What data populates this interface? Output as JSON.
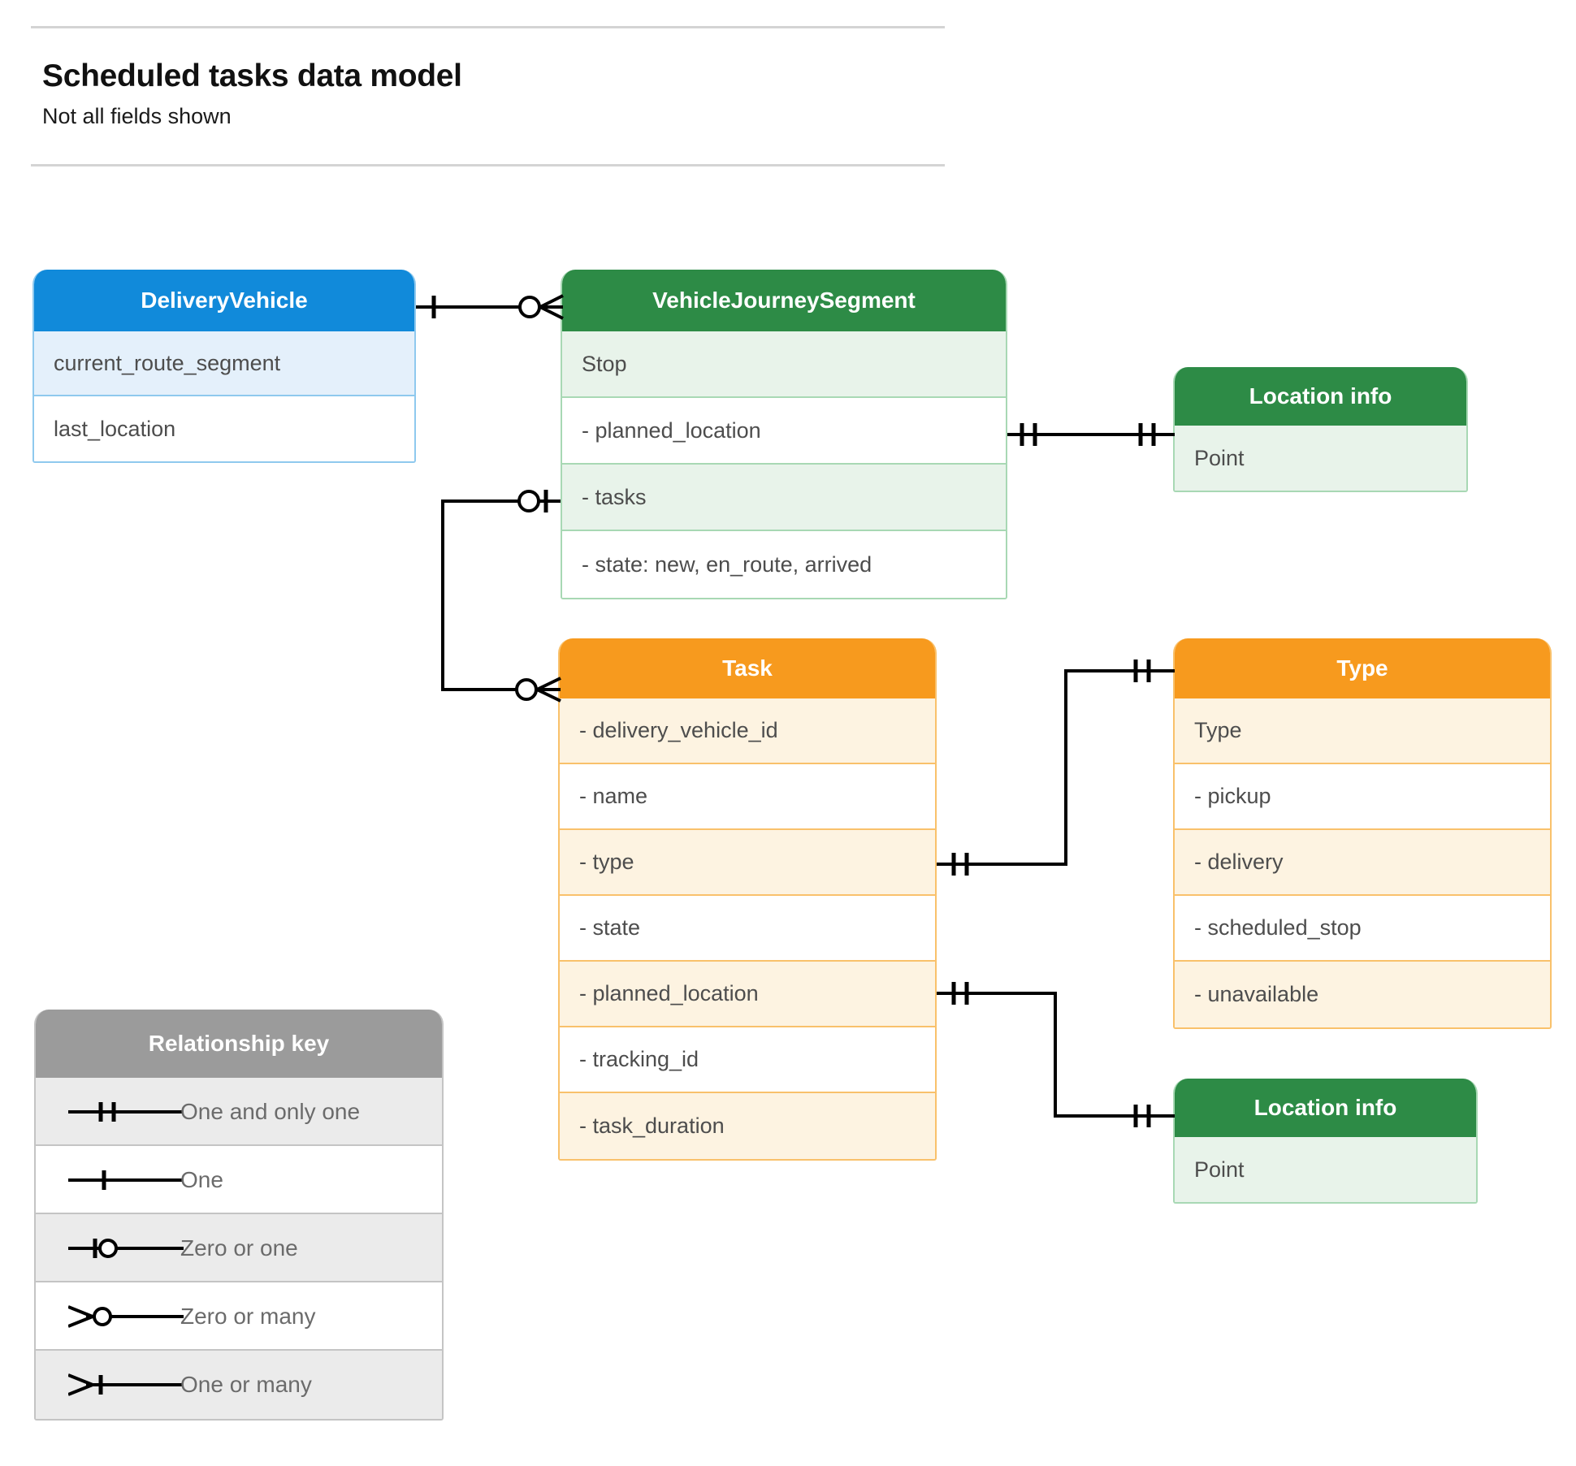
{
  "header": {
    "title": "Scheduled tasks data model",
    "subtitle": "Not all fields shown"
  },
  "entities": {
    "delivery_vehicle": {
      "title": "DeliveryVehicle",
      "color": "#118ada",
      "rows": [
        "current_route_segment",
        "last_location"
      ]
    },
    "vehicle_journey_segment": {
      "title": "VehicleJourneySegment",
      "color": "#2d8b46",
      "rows": [
        "Stop",
        "-  planned_location",
        "- tasks",
        "- state: new, en_route, arrived"
      ]
    },
    "location_info_top": {
      "title": "Location info",
      "color": "#2d8b46",
      "rows": [
        "Point"
      ]
    },
    "location_info_bottom": {
      "title": "Location info",
      "color": "#2d8b46",
      "rows": [
        "Point"
      ]
    },
    "task": {
      "title": "Task",
      "color": "#f79a1e",
      "rows": [
        "- delivery_vehicle_id",
        "- name",
        "- type",
        "- state",
        "- planned_location",
        "- tracking_id",
        "- task_duration"
      ]
    },
    "type": {
      "title": "Type",
      "color": "#f79a1e",
      "rows": [
        "Type",
        "-   pickup",
        "-   delivery",
        "-   scheduled_stop",
        "-   unavailable"
      ]
    }
  },
  "legend": {
    "title": "Relationship key",
    "items": [
      {
        "label": "One and only one",
        "symbol": "one-and-only-one"
      },
      {
        "label": "One",
        "symbol": "one"
      },
      {
        "label": "Zero or one",
        "symbol": "zero-or-one"
      },
      {
        "label": "Zero or many",
        "symbol": "zero-or-many"
      },
      {
        "label": "One or many",
        "symbol": "one-or-many"
      }
    ]
  },
  "relationships": [
    {
      "name": "deliveryvehicle-to-vehiclejourneysegment",
      "from": "DeliveryVehicle",
      "to": "VehicleJourneySegment",
      "from_cardinality": "One",
      "to_cardinality": "Zero or many"
    },
    {
      "name": "vehiclejourneysegment-plannedlocation-to-locationinfo",
      "from": "VehicleJourneySegment.planned_location",
      "to": "Location info",
      "from_cardinality": "One and only one",
      "to_cardinality": "One and only one"
    },
    {
      "name": "vehiclejourneysegment-tasks-to-task",
      "from": "VehicleJourneySegment.tasks",
      "to": "Task",
      "from_cardinality": "Zero or one",
      "to_cardinality": "Zero or many"
    },
    {
      "name": "task-type-to-type",
      "from": "Task.type",
      "to": "Type",
      "from_cardinality": "One and only one",
      "to_cardinality": "One and only one"
    },
    {
      "name": "task-plannedlocation-to-locationinfo",
      "from": "Task.planned_location",
      "to": "Location info",
      "from_cardinality": "One and only one",
      "to_cardinality": "One and only one"
    }
  ]
}
